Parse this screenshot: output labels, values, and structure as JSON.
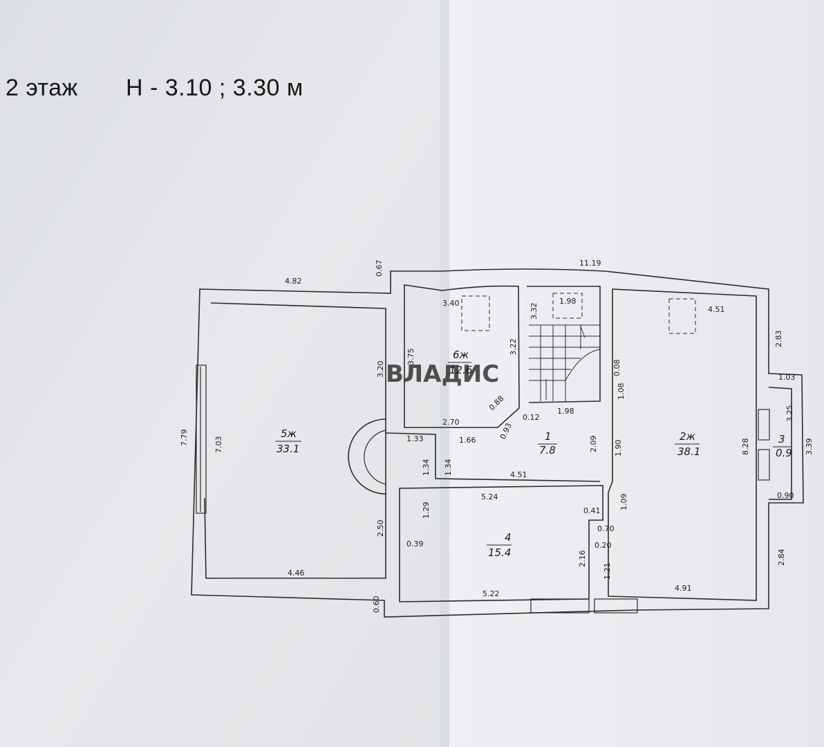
{
  "header": {
    "floor": "2 этаж",
    "height": "H - 3.10 ; 3.30  м"
  },
  "watermark": "ВЛАДИС",
  "rooms": [
    {
      "id": "5",
      "number": "5ж",
      "area": "33.1"
    },
    {
      "id": "6",
      "number": "6ж",
      "area": "12.6"
    },
    {
      "id": "1",
      "number": "1",
      "area": "7.8"
    },
    {
      "id": "2",
      "number": "2ж",
      "area": "38.1"
    },
    {
      "id": "3",
      "number": "3",
      "area": "0.9"
    },
    {
      "id": "4",
      "number": "4",
      "area": "15.4"
    }
  ],
  "dimensions": {
    "top_left": "4.82",
    "top_step": "0.67",
    "top_overall": "11.19",
    "left_outer": "7.79",
    "left_inner": "7.03",
    "r5_right_upper": "3.20",
    "r5_right_lower": "2.50",
    "r5_bottom": "4.46",
    "bottom_step": "0.60",
    "r6_top": "3.40",
    "r6_left": "3.75",
    "r6_right": "3.22",
    "r6_bottom": "2.70",
    "r6_diag": "0.88",
    "r6_diag2": "0.93",
    "stair_height": "3.32",
    "stair_top": "1.98",
    "stair_bottom": "1.98",
    "stair_gap": "0.12",
    "hall_a": "1.33",
    "hall_b": "1.66",
    "hall_c": "1.34",
    "hall_d": "1.34",
    "hall_height": "2.09",
    "hall_width": "4.51",
    "r2_top": "4.51",
    "r2_a": "0.08",
    "r2_b": "1.08",
    "r2_c": "1.90",
    "r2_d": "1.09",
    "r2_e": "1.21",
    "r2_right_top": "2.83",
    "r2_right_mid": "8.28",
    "r2_right_bottom": "2.84",
    "r2_bottom": "4.91",
    "r3_top": "1.03",
    "r3_height": "3.25",
    "r3_outer": "3.39",
    "r3_bottom": "0.90",
    "r4_top": "5.24",
    "r4_left": "1.29",
    "r4_a": "0.39",
    "r4_b": "0.41",
    "r4_c": "0.70",
    "r4_d": "0.20",
    "r4_e": "2.16",
    "r4_bottom": "5.22"
  }
}
